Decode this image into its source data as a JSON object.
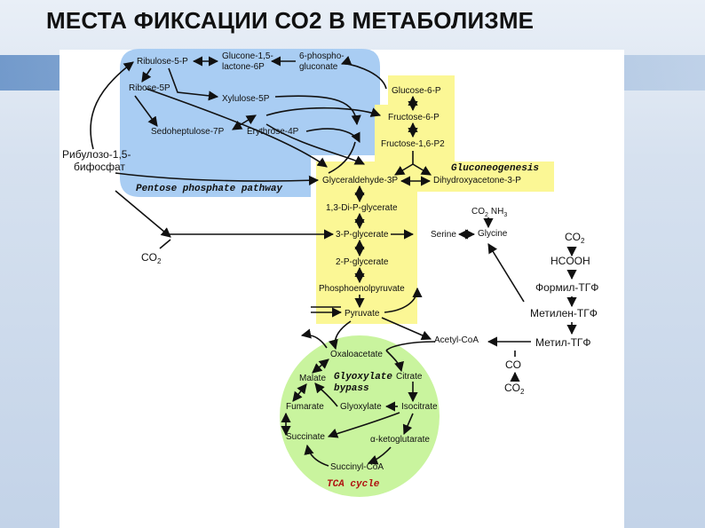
{
  "title": "МЕСТА ФИКСАЦИИ СО2 В МЕТАБОЛИЗМЕ",
  "colors": {
    "pentose_region": "#a9cdf3",
    "glycolysis_region": "#fbf795",
    "tca_region": "#c9f49e",
    "tca_label": "#b01010"
  },
  "regions": {
    "pentose_label": "Pentose phosphate pathway",
    "gluconeo_label": "Gluconeogenesis",
    "glyoxylate_label_1": "Glyoxylate",
    "glyoxylate_label_2": "bypass",
    "tca_label": "TCA cycle"
  },
  "nodes": {
    "ribulose5p": "Ribulose-5-P",
    "glucone_1": "Glucone-1,5-",
    "glucone_2": "lactone-6P",
    "phospho_1": "6-phospho-",
    "phospho_2": "gluconate",
    "ribose5p": "Ribose-5P",
    "xylulose5p": "Xylulose-5P",
    "sedoheptulose": "Sedoheptulose-7P",
    "erythrose": "Erythrose-4P",
    "glucose6p": "Glucose-6-P",
    "fructose6p": "Fructose-6-P",
    "fructose16p2": "Fructose-1,6-P2",
    "ga3p": "Glyceraldehyde-3P",
    "dhap": "Dihydroxyacetone-3-P",
    "dpg13": "1,3-Di-P-glycerate",
    "pg3": "3-P-glycerate",
    "pg2": "2-P-glycerate",
    "pep": "Phosphoenolpyruvate",
    "pyruvate": "Pyruvate",
    "acetylcoa": "Acetyl-CoA",
    "oxaloacetate": "Oxaloacetate",
    "malate": "Malate",
    "citrate": "Citrate",
    "fumarate": "Fumarate",
    "glyoxylate": "Glyoxylate",
    "isocitrate": "Isocitrate",
    "succinate": "Succinate",
    "ketoglutarate": "α-ketoglutarate",
    "succinylcoa": "Succinyl-CoA",
    "serine": "Serine",
    "glycine": "Glycine",
    "co2_nh3_a": "CO",
    "co2_nh3_a_sub": "2",
    "co2_nh3_b": "NH",
    "co2_nh3_b_sub": "3"
  },
  "annotations": {
    "rubp_1": "Рибулозо-1,5-",
    "rubp_2": "бифосфат",
    "co2_left": "CO",
    "co2_left_sub": "2",
    "co2_right": "CO",
    "co2_right_sub": "2",
    "hcooh": "HCOOH",
    "formyl": "Формил-ТГФ",
    "methylene": "Метилен-ТГФ",
    "methyl": "Метил-ТГФ",
    "co": "CO",
    "co2_bottom": "CO",
    "co2_bottom_sub": "2"
  }
}
